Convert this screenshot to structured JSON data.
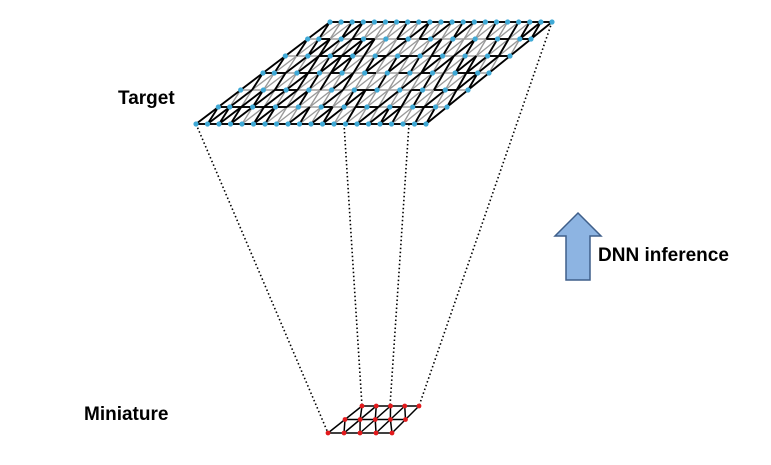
{
  "labels": {
    "target": "Target",
    "miniature": "Miniature",
    "inference": "DNN inference"
  },
  "target_lattice": {
    "rows": 6,
    "cols": 20,
    "node_color": "#3fa9d6",
    "edge_colors": [
      "#000000",
      "#9a9a9a"
    ]
  },
  "miniature_lattice": {
    "rows": 2,
    "cols": 4,
    "node_color": "#e31a1c",
    "edge_color": "#000000"
  },
  "arrow": {
    "direction": "up",
    "fill_color": "#8db4e2",
    "stroke_color": "#3f5f8a"
  },
  "projection_line_color": "#000000"
}
